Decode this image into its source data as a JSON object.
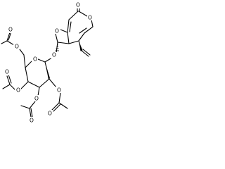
{
  "molecule": {
    "atom_labels": {
      "ring_oxygen_lactone": "O",
      "carbonyl_oxygen_lactone": "O",
      "ring_oxygen_pyran": "O",
      "glycosidic_oxygen": "O",
      "sugar_ring_oxygen": "O",
      "acetate_1_ester_oxygen": "O",
      "acetate_1_carbonyl_oxygen": "O",
      "acetate_2_ester_oxygen": "O",
      "acetate_2_carbonyl_oxygen": "O",
      "acetate_3_ester_oxygen": "O",
      "acetate_3_carbonyl_oxygen": "O",
      "acetate_4_ester_oxygen": "O",
      "acetate_4_carbonyl_oxygen": "O"
    },
    "stroke_color": "#000000",
    "background_color": "#ffffff"
  }
}
